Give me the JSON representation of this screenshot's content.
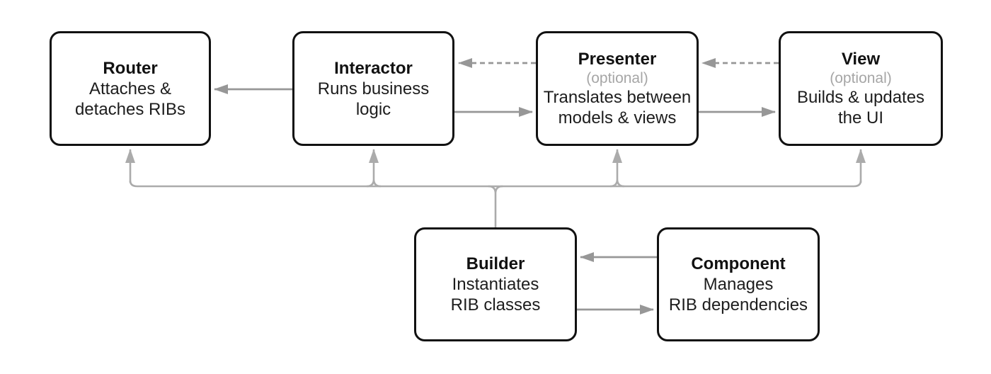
{
  "diagram": {
    "name": "RIB architecture diagram",
    "background": "#ffffff"
  },
  "colors": {
    "canvas-bg": "#ffffff",
    "box-border": "#111111",
    "box-fill": "#ffffff",
    "title-text": "#111111",
    "body-text": "#1d1d1d",
    "optional-text": "#a6a6a6",
    "arrow": "#979797",
    "bus": "#ababab"
  },
  "nodes": {
    "router": {
      "title": "Router",
      "lines": [
        "Attaches &",
        "detaches RIBs"
      ]
    },
    "interactor": {
      "title": "Interactor",
      "lines": [
        "Runs business",
        "logic"
      ]
    },
    "presenter": {
      "title": "Presenter",
      "optional": "(optional)",
      "lines": [
        "Translates between",
        "models & views"
      ]
    },
    "view": {
      "title": "View",
      "optional": "(optional)",
      "lines": [
        "Builds & updates",
        "the UI"
      ]
    },
    "builder": {
      "title": "Builder",
      "lines": [
        "Instantiates",
        "RIB classes"
      ]
    },
    "component": {
      "title": "Component",
      "lines": [
        "Manages",
        "RIB dependencies"
      ]
    }
  },
  "edges": [
    {
      "from": "interactor",
      "to": "router",
      "style": "solid"
    },
    {
      "from": "presenter",
      "to": "interactor",
      "style": "dashed"
    },
    {
      "from": "interactor",
      "to": "presenter",
      "style": "solid"
    },
    {
      "from": "view",
      "to": "presenter",
      "style": "dashed"
    },
    {
      "from": "presenter",
      "to": "view",
      "style": "solid"
    },
    {
      "from": "component",
      "to": "builder",
      "style": "solid"
    },
    {
      "from": "builder",
      "to": "component",
      "style": "solid"
    },
    {
      "from": "builder",
      "to": "router",
      "style": "solid"
    },
    {
      "from": "builder",
      "to": "interactor",
      "style": "solid"
    },
    {
      "from": "builder",
      "to": "presenter",
      "style": "solid"
    },
    {
      "from": "builder",
      "to": "view",
      "style": "solid"
    }
  ]
}
